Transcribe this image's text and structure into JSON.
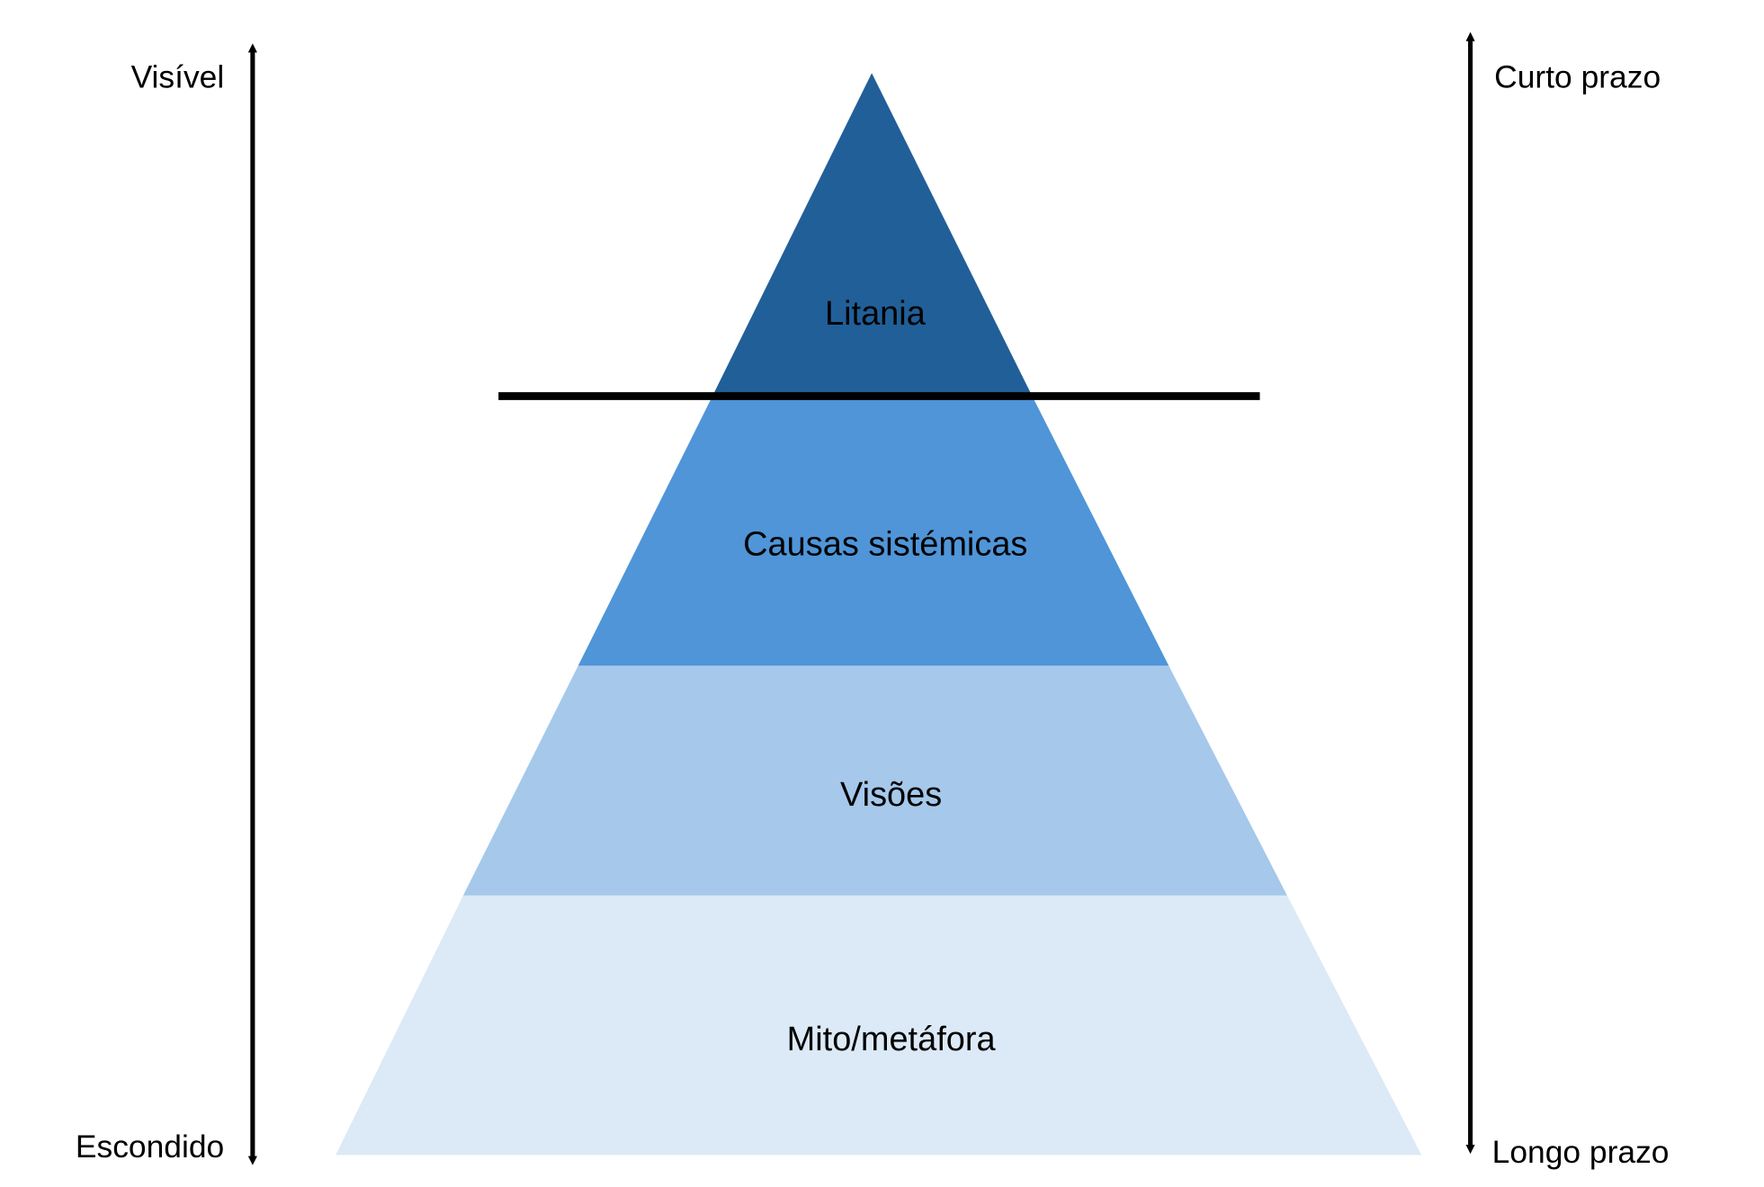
{
  "diagram": {
    "levels": [
      {
        "label": "Litania",
        "color": "#215f99"
      },
      {
        "label": "Causas sistémicas",
        "color": "#4f95d8"
      },
      {
        "label": "Visões",
        "color": "#a5c8eb"
      },
      {
        "label": "Mito/metáfora",
        "color": "#dce9f6"
      }
    ],
    "left_axis": {
      "top": "Visível",
      "bottom": "Escondido"
    },
    "right_axis": {
      "top": "Curto prazo",
      "bottom": "Longo prazo"
    }
  }
}
